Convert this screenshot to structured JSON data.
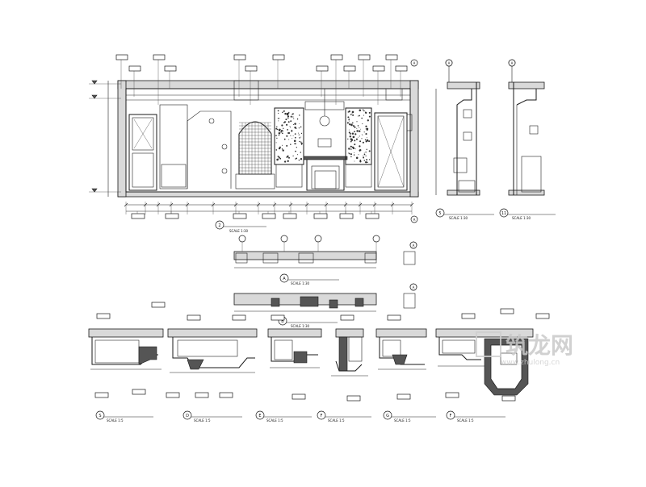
{
  "sheet": {
    "main_elevation": {
      "tag": "2",
      "scale": "SCALE 1:30"
    },
    "side_section_1": {
      "tag": "5",
      "scale": "SCALE 1:30"
    },
    "side_section_2": {
      "tag": "11",
      "scale": "SCALE 1:30"
    },
    "plan_a": {
      "tag": "A",
      "scale": "SCALE 1:30"
    },
    "plan_b": {
      "tag": "B",
      "scale": "SCALE 1:30"
    },
    "grid_bubbles": [
      "A",
      "A",
      "A",
      "A",
      "A",
      "A"
    ],
    "details": [
      {
        "tag": "S",
        "scale": "SCALE 1:5"
      },
      {
        "tag": "D",
        "scale": "SCALE 1:5"
      },
      {
        "tag": "E",
        "scale": "SCALE 1:5"
      },
      {
        "tag": "F",
        "scale": "SCALE 1:5"
      },
      {
        "tag": "G",
        "scale": "SCALE 1:5"
      },
      {
        "tag": "F",
        "scale": "SCALE 1:5"
      }
    ]
  },
  "watermark": {
    "logo": "筑龙网",
    "url": "www.zhulong.cn"
  }
}
